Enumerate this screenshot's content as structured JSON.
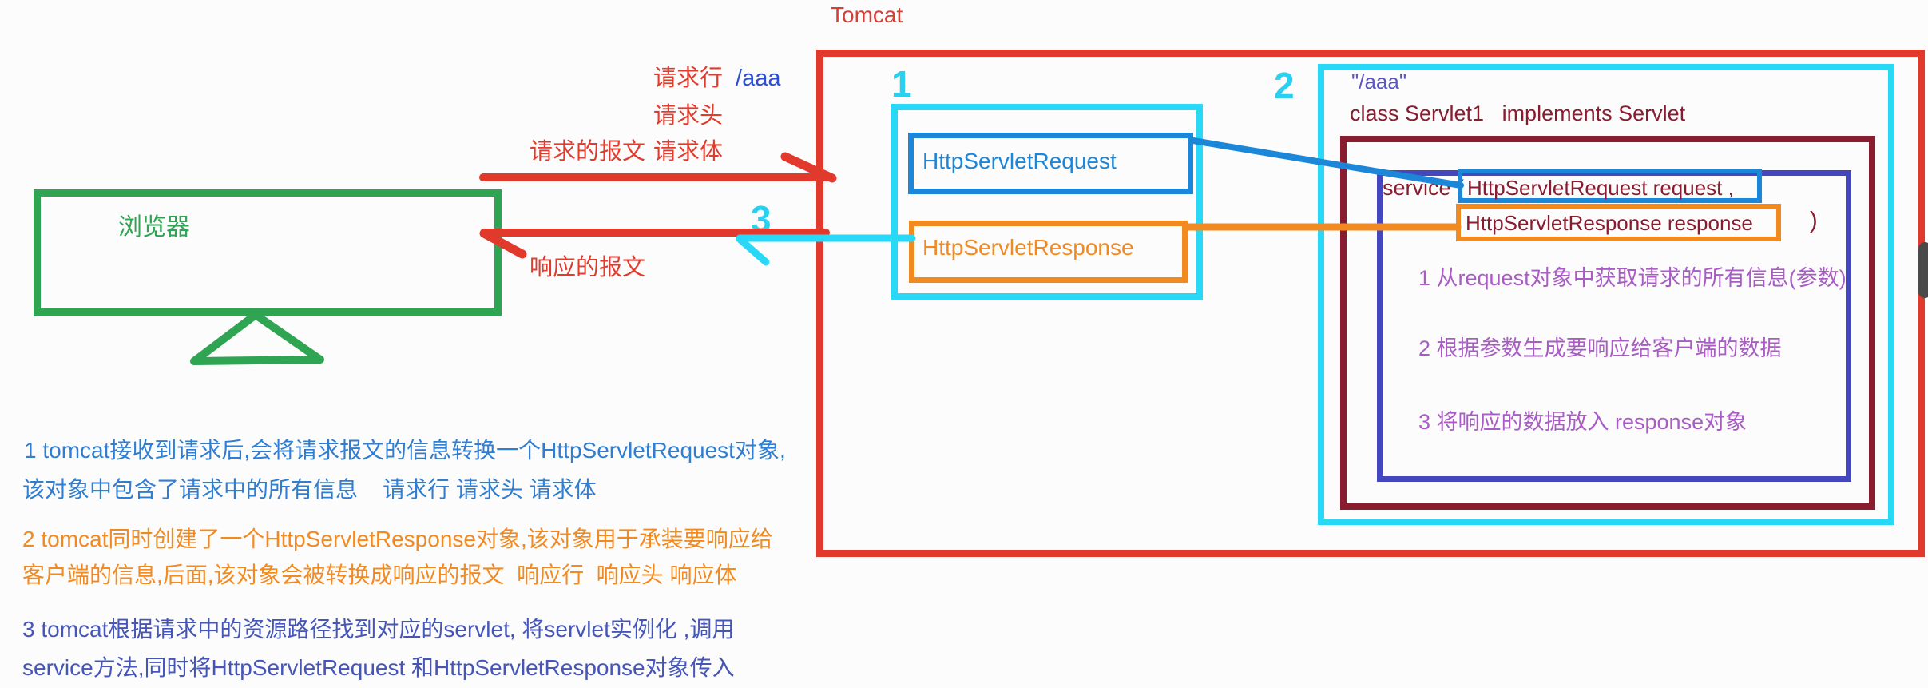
{
  "title": "Tomcat",
  "browser": {
    "label": "浏览器"
  },
  "request_labels": {
    "line1_red": "请求行",
    "line1_blue": "/aaa",
    "line2": "请求头",
    "line3_left": "请求的报文",
    "line3_right": "请求体"
  },
  "response_label": "响应的报文",
  "steps": {
    "one": "1",
    "two": "2",
    "three": "3"
  },
  "box1": {
    "request": "HttpServletRequest",
    "response": "HttpServletResponse"
  },
  "box2": {
    "path": "\"/aaa\"",
    "class_line": "class Servlet1   implements Servlet",
    "service": "service (",
    "param1": "HttpServletRequest request ,",
    "param2": "HttpServletResponse response",
    "close_paren": ")",
    "notes": [
      "1 从request对象中获取请求的所有信息(参数)",
      "2 根据参数生成要响应给客户端的数据",
      "3 将响应的数据放入 response对象"
    ]
  },
  "footnotes": {
    "blue": [
      "1 tomcat接收到请求后,会将请求报文的信息转换一个HttpServletRequest对象,",
      "该对象中包含了请求中的所有信息    请求行 请求头 请求体"
    ],
    "orange": [
      "2 tomcat同时创建了一个HttpServletResponse对象,该对象用于承装要响应给",
      "客户端的信息,后面,该对象会被转换成响应的报文  响应行  响应头 响应体"
    ],
    "indigo": [
      "3 tomcat根据请求中的资源路径找到对应的servlet, 将servlet实例化 ,调用",
      "service方法,同时将HttpServletRequest 和HttpServletResponse对象传入"
    ]
  },
  "colors": {
    "red": "#e13a2d",
    "maroon": "#8a1c30",
    "green": "#2fa452",
    "cyan": "#29d8f6",
    "blue": "#1c86d8",
    "orange": "#f28a22",
    "indigo_box": "#4547be",
    "purple_note": "#a95dc4",
    "arrow_label_blue": "#2c4fd6",
    "path_label": "#5b55c6",
    "note_blue": "#2f7ed2",
    "note_indigo": "#4656b8",
    "tomcat_label": "#d24036"
  }
}
